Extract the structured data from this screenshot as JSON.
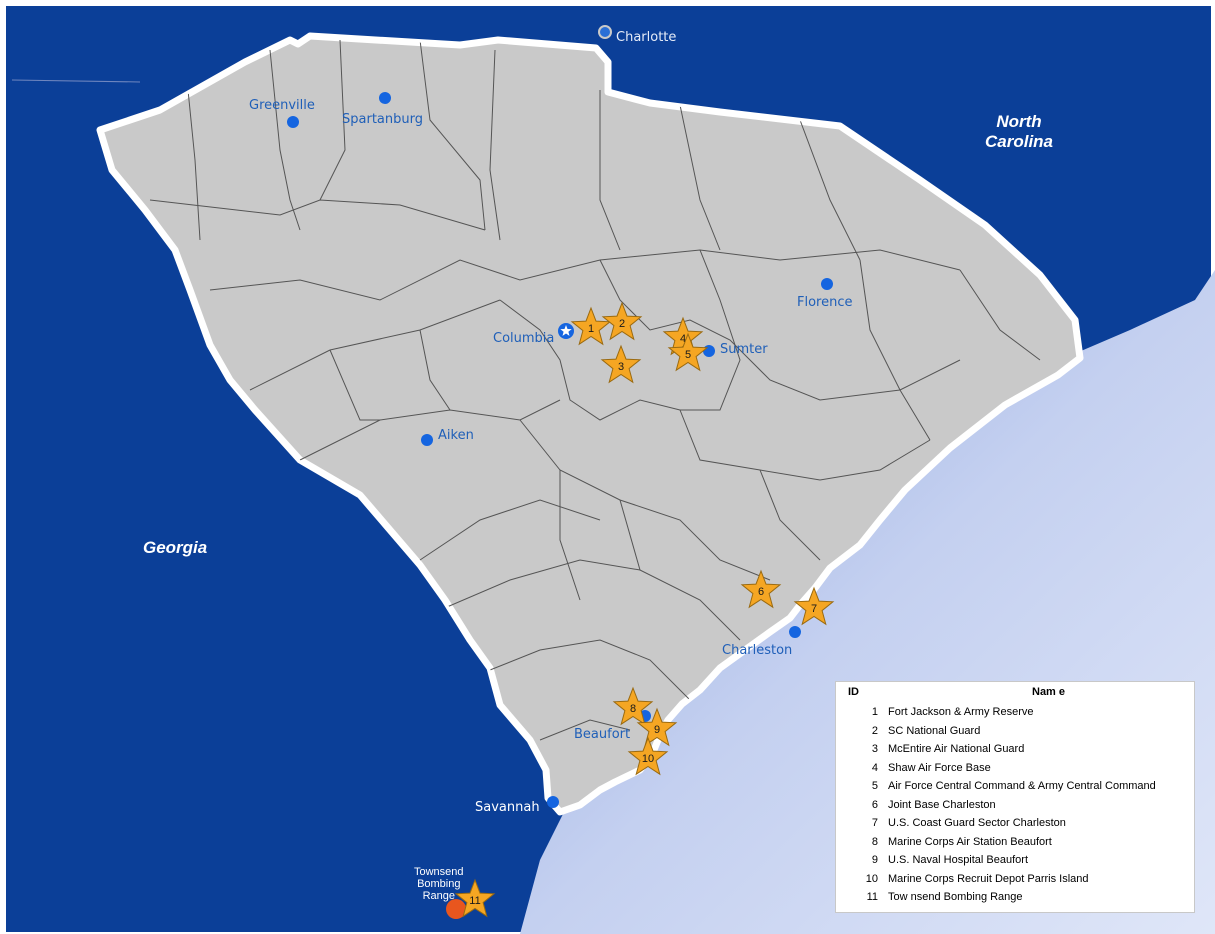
{
  "colors": {
    "ocean": "#0b3f98",
    "state_fill": "#c9c9c9",
    "state_border": "#ffffff",
    "county_line": "#555555",
    "city_dot": "#1565e0",
    "label_blue": "#1f5fb8",
    "star": "#f5a623",
    "star_outline": "#9a6a10",
    "range_dot": "#e8561e"
  },
  "state_labels": [
    {
      "id": "north-carolina",
      "text": "North\nCarolina"
    },
    {
      "id": "georgia",
      "text": "Georgia"
    }
  ],
  "cities": [
    {
      "id": "charlotte",
      "name": "Charlotte"
    },
    {
      "id": "greenville",
      "name": "Greenville"
    },
    {
      "id": "spartanburg",
      "name": "Spartanburg"
    },
    {
      "id": "columbia",
      "name": "Columbia",
      "capital": true
    },
    {
      "id": "sumter",
      "name": "Sumter"
    },
    {
      "id": "florence",
      "name": "Florence"
    },
    {
      "id": "aiken",
      "name": "Aiken"
    },
    {
      "id": "charleston",
      "name": "Charleston"
    },
    {
      "id": "beaufort",
      "name": "Beaufort"
    },
    {
      "id": "savannah",
      "name": "Savannah"
    }
  ],
  "townsend_label": "Townsend\nBombing\nRange",
  "installations": [
    {
      "id": "1",
      "name": "Fort Jackson & Army Reserve"
    },
    {
      "id": "2",
      "name": "SC National Guard"
    },
    {
      "id": "3",
      "name": "McEntire Air National Guard"
    },
    {
      "id": "4",
      "name": "Shaw  Air Force Base"
    },
    {
      "id": "5",
      "name": "Air Force Central Command & Army Central Command"
    },
    {
      "id": "6",
      "name": "Joint Base Charleston"
    },
    {
      "id": "7",
      "name": "U.S. Coast Guard Sector Charleston"
    },
    {
      "id": "8",
      "name": "Marine Corps Air Station Beaufort"
    },
    {
      "id": "9",
      "name": "U.S. Naval Hospital Beaufort"
    },
    {
      "id": "10",
      "name": "Marine Corps Recruit Depot Parris Island"
    },
    {
      "id": "11",
      "name": "Tow nsend Bombing Range"
    }
  ],
  "legend": {
    "id_header": "ID",
    "name_header": "Nam e"
  }
}
